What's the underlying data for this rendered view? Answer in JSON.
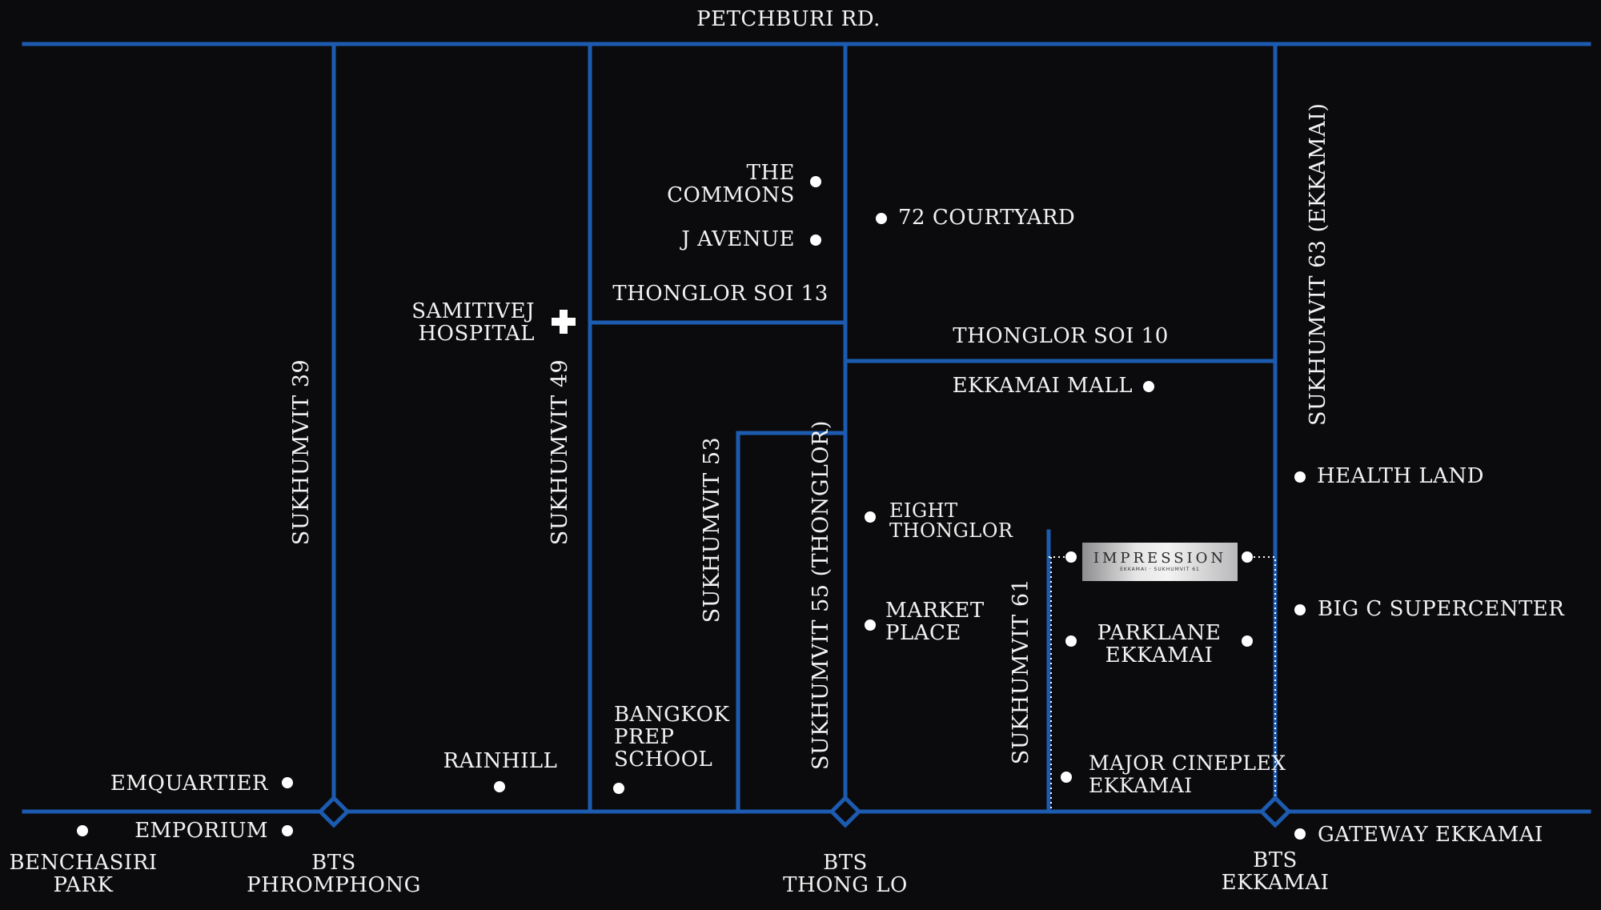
{
  "colors": {
    "background": "#0b0b0d",
    "road": "#1c5bb0",
    "text": "#f2f2f2"
  },
  "roads": {
    "top": "PETCHBURI RD.",
    "sukhumvit39": "SUKHUMVIT 39",
    "sukhumvit49": "SUKHUMVIT 49",
    "sukhumvit53": "SUKHUMVIT 53",
    "sukhumvit55": "SUKHUMVIT 55 (THONGLOR)",
    "sukhumvit61": "SUKHUMVIT 61",
    "sukhumvit63": "SUKHUMVIT 63 (EKKAMAI)",
    "thonglor13": "THONGLOR SOI 13",
    "thonglor10": "THONGLOR SOI 10"
  },
  "stations": {
    "phromphong": "BTS\nPHROMPHONG",
    "thonglo": "BTS\nTHONG LO",
    "ekkamai": "BTS\nEKKAMAI"
  },
  "places": {
    "the_commons": "THE\nCOMMONS",
    "j_avenue": "J AVENUE",
    "courtyard_72": "72 COURTYARD",
    "samitivej": "SAMITIVEJ\nHOSPITAL",
    "ekkamai_mall": "EKKAMAI MALL",
    "health_land": "HEALTH LAND",
    "eight_thonglor": "EIGHT\nTHONGLOR",
    "market_place": "MARKET\nPLACE",
    "parklane": "PARKLANE\nEKKAMAI",
    "big_c": "BIG C SUPERCENTER",
    "major_cineplex": "MAJOR CINEPLEX\nEKKAMAI",
    "bangkok_prep": "BANGKOK\nPREP\nSCHOOL",
    "rainhill": "RAINHILL",
    "emquartier": "EMQUARTIER",
    "emporium": "EMPORIUM",
    "benchasiri": "BENCHASIRI\nPARK",
    "gateway": "GATEWAY EKKAMAI"
  },
  "project": {
    "name": "IMPRESSION",
    "sub": "EKKAMAI · SUKHUMVIT 61"
  }
}
